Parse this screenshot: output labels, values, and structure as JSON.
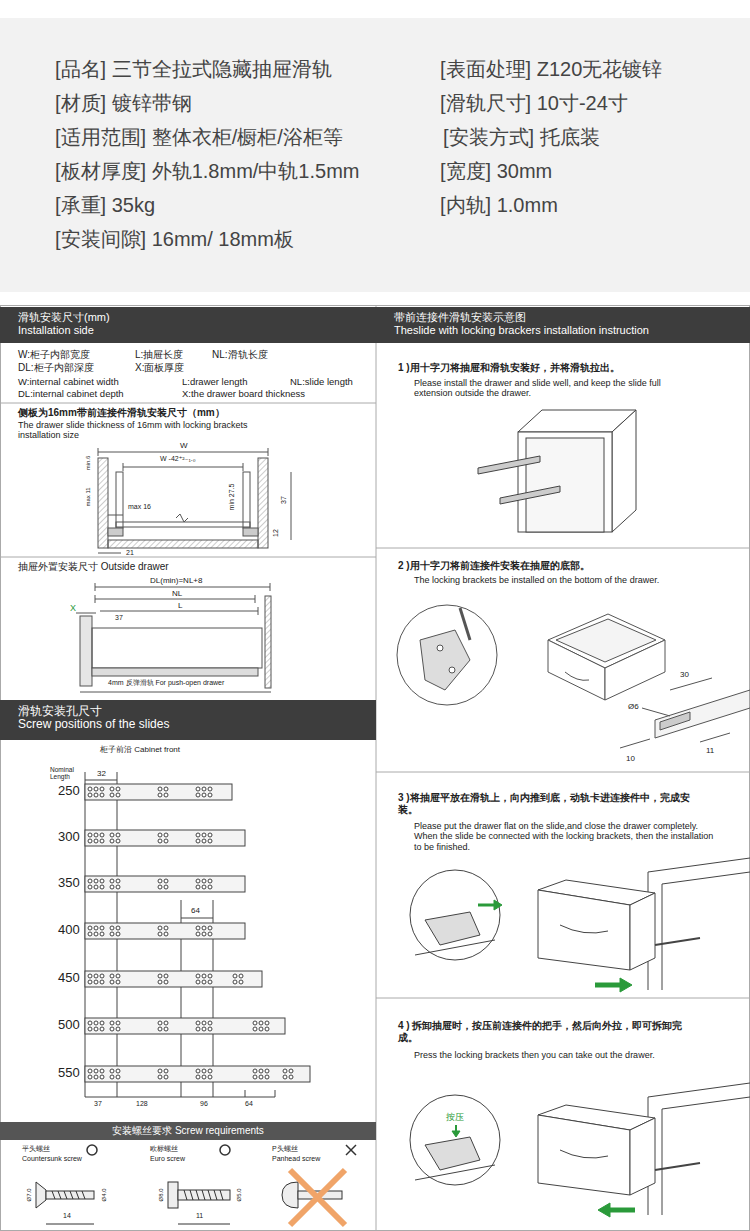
{
  "diagram": {
    "nodes": [
      {
        "text": [
          "滑轨安装尺寸(mm)",
          "Installation side"
        ]
      },
      {
        "text": [
          "带前连接件滑轨安装示意图",
          "Theslide with locking brackers installation instruction"
        ]
      },
      {
        "text": [
          "滑轨安装孔尺寸",
          "Screw positions of the slides"
        ]
      },
      {
        "text": [
          "安装螺丝要求 Screw requirements"
        ]
      }
    ],
    "labels": [
      "[品名] 三节全拉式隐藏抽屉滑轨",
      "[表面处理] Z120无花镀锌",
      "[材质] 镀锌带钢",
      "[滑轨尺寸] 10寸-24寸",
      "[适用范围] 整体衣柜/橱柜/浴柜等",
      "[安装方式] 托底装",
      "[板材厚度] 外轨1.8mm/中轨1.5mm",
      "[宽度] 30mm",
      "[承重] 35kg",
      "[内轨] 1.0mm",
      "[安装间隙] 16mm/ 18mm板",
      "W:柜子内部宽度",
      "L:抽屉长度",
      "NL:滑轨长度",
      "DL:柜子内部深度",
      "X:面板厚度",
      "W:internal cabinet width",
      "L:drawer length",
      "NL:slide length",
      "DL:internal cabinet depth",
      "X:the drawer board thickness",
      "侧板为16mm带前连接件滑轨安装尺寸（mm）",
      "The drawer slide thickness of 16mm with locking brackets installation size",
      "W",
      "W -42⁺²₋₁.₀",
      "min.6",
      "max 11",
      "max 16",
      "min 27.5",
      "12",
      "37",
      "21",
      "抽屉外置安装尺寸 Outside drawer",
      "DL(min)=NL+8",
      "NL",
      "L",
      "X",
      "37",
      "4mm 反弹滑轨 For push-open drawer",
      "柜子前沿 Cabinet front",
      "Nominal Length",
      "32",
      "250",
      "300",
      "350",
      "400",
      "450",
      "500",
      "550",
      "64",
      "37",
      "128",
      "96",
      "64",
      "平头螺丝",
      "Countersunk screw",
      "欧标螺丝",
      "Euro screw",
      "P头螺丝",
      "Panhead screw",
      "Ø7.0",
      "Ø4.0",
      "14",
      "Ø8.0",
      "Ø5.0",
      "11",
      "1 )用十字刀将抽屉和滑轨安装好，并将滑轨拉出。",
      "Please install the drawer and slide well, and keep the slide full extension outside the drawer.",
      "2 )用十字刀将前连接件安装在抽屉的底部。",
      "The locking brackets be installed on the bottom of the drawer.",
      "30",
      "Ø6",
      "11",
      "10",
      "3 )将抽屉平放在滑轨上，向内推到底，动轨卡进连接件中，完成安装。",
      "Please put the drawer flat on the slide,and close the drawer completely. When the slide be connected with the locking brackets, then the installation to be finished.",
      "4 ) 拆卸抽屉时，按压前连接件的把手，然后向外拉，即可拆卸完成。",
      "Press the locking brackets then you can take out the drawer.",
      "按压"
    ]
  }
}
